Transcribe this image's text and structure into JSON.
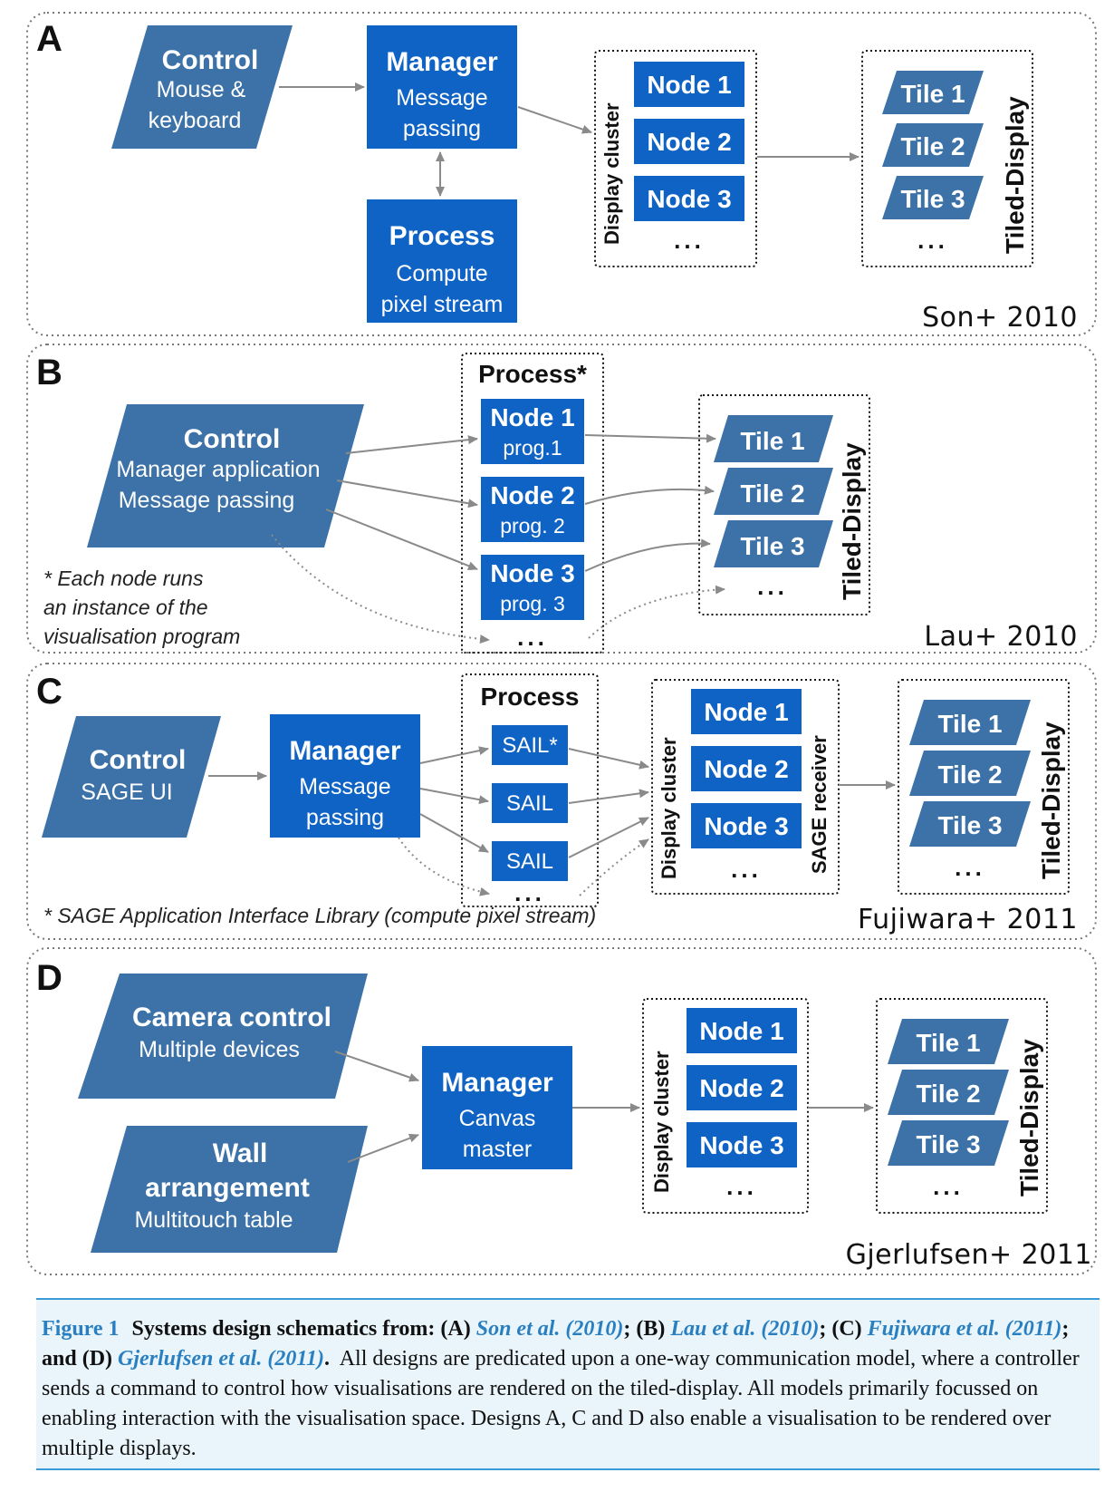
{
  "panels": {
    "a": {
      "letter": "A",
      "citation": "Son+ 2010",
      "control_title": "Control",
      "control_sub1": "Mouse &",
      "control_sub2": "keyboard",
      "manager_title": "Manager",
      "manager_sub1": "Message",
      "manager_sub2": "passing",
      "process_title": "Process",
      "process_sub1": "Compute",
      "process_sub2": "pixel stream",
      "cluster_label": "Display cluster",
      "nodes": [
        "Node 1",
        "Node 2",
        "Node 3"
      ],
      "ellipsis": "...",
      "tiles": [
        "Tile 1",
        "Tile 2",
        "Tile 3"
      ],
      "tiles_ellipsis": "...",
      "display_label": "Tiled-Display"
    },
    "b": {
      "letter": "B",
      "citation": "Lau+ 2010",
      "control_title": "Control",
      "control_sub1": "Manager application",
      "control_sub2": "Message passing",
      "process_label": "Process*",
      "nodes": [
        {
          "name": "Node 1",
          "prog": "prog.1"
        },
        {
          "name": "Node 2",
          "prog": "prog. 2"
        },
        {
          "name": "Node 3",
          "prog": "prog. 3"
        }
      ],
      "ellipsis": "...",
      "tiles": [
        "Tile 1",
        "Tile 2",
        "Tile 3"
      ],
      "tiles_ellipsis": "...",
      "display_label": "Tiled-Display",
      "note_line1": "* Each node runs",
      "note_line2": "an instance of the",
      "note_line3": "visualisation program"
    },
    "c": {
      "letter": "C",
      "citation": "Fujiwara+ 2011",
      "control_title": "Control",
      "control_sub": "SAGE UI",
      "manager_title": "Manager",
      "manager_sub1": "Message",
      "manager_sub2": "passing",
      "process_label": "Process",
      "sails": [
        "SAIL*",
        "SAIL",
        "SAIL"
      ],
      "process_ellipsis": "...",
      "cluster_label": "Display cluster",
      "nodes": [
        "Node 1",
        "Node 2",
        "Node 3"
      ],
      "nodes_ellipsis": "...",
      "receiver_label": "SAGE receiver",
      "tiles": [
        "Tile 1",
        "Tile 2",
        "Tile 3"
      ],
      "tiles_ellipsis": "...",
      "display_label": "Tiled-Display",
      "note": "* SAGE Application Interface Library (compute pixel stream)"
    },
    "d": {
      "letter": "D",
      "citation": "Gjerlufsen+ 2011",
      "camera_title": "Camera control",
      "camera_sub": "Multiple devices",
      "wall_title1": "Wall",
      "wall_title2": "arrangement",
      "wall_sub": "Multitouch table",
      "manager_title": "Manager",
      "manager_sub1": "Canvas",
      "manager_sub2": "master",
      "cluster_label": "Display cluster",
      "nodes": [
        "Node 1",
        "Node 2",
        "Node 3"
      ],
      "nodes_ellipsis": "...",
      "tiles": [
        "Tile 1",
        "Tile 2",
        "Tile 3"
      ],
      "tiles_ellipsis": "...",
      "display_label": "Tiled-Display"
    }
  },
  "caption": {
    "label": "Figure 1",
    "bold_lead": "Systems design schematics from: (A)",
    "ref_a": "Son et al. (2010)",
    "sep_b": "; (B)",
    "ref_b": "Lau et al. (2010)",
    "sep_c": "; (C)",
    "ref_c": "Fujiwara et al. (2011)",
    "sep_d": "; and (D)",
    "ref_d": "Gjerlufsen et al. (2011)",
    "end_bold": ".",
    "body": "All designs are predicated upon a one-way communication model, where a controller sends a command to control how visualisations are rendered on the tiled-display. All models primarily focussed on enabling interaction with the visualisation space. Designs A, C and D also enable a visualisation to be rendered over multiple displays."
  },
  "colors": {
    "slate_blue": "#3c72a8",
    "node_blue": "#0e63c4",
    "arrow_gray": "#8a8a8a",
    "caption_bg": "#e9f5fb",
    "caption_accent": "#2a7fc0"
  }
}
